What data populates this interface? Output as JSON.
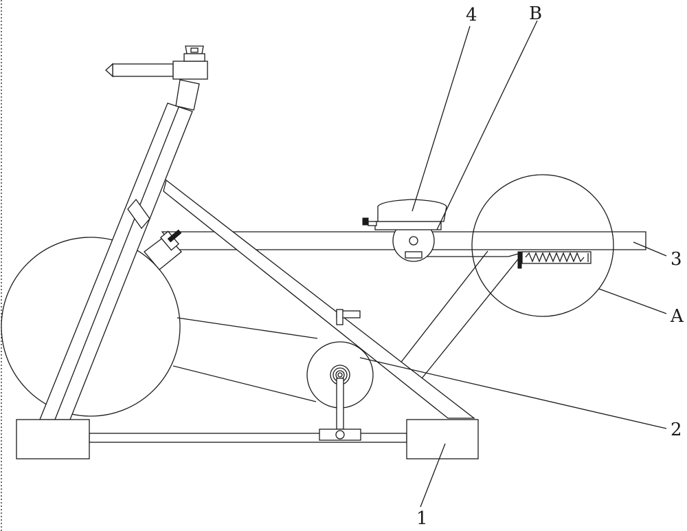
{
  "labels": {
    "frame_base": "1",
    "diagonal_beam": "2",
    "seat_rail": "3",
    "seat_block": "4",
    "detail_a": "A",
    "detail_b": "B"
  }
}
